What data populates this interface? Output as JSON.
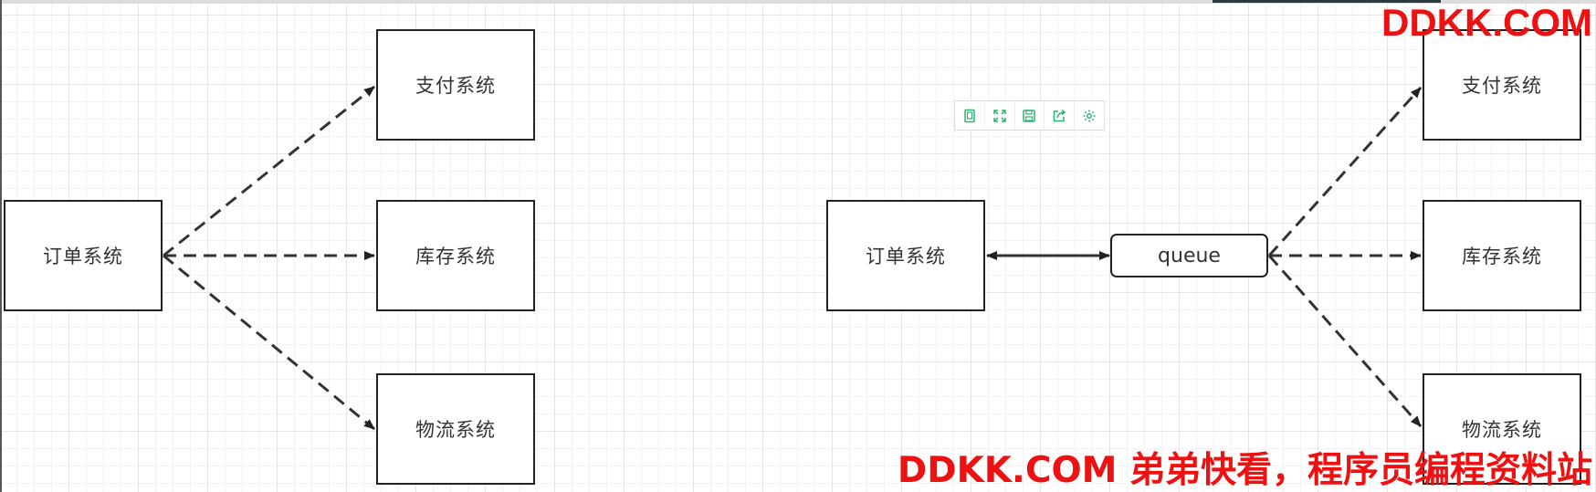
{
  "diagram": {
    "left_system": {
      "order": "订单系统",
      "payment": "支付系统",
      "inventory": "库存系统",
      "logistics": "物流系统"
    },
    "right_system": {
      "order": "订单系统",
      "queue": "queue",
      "payment": "支付系统",
      "inventory": "库存系统",
      "logistics": "物流系统"
    }
  },
  "toolbar": {
    "icons": [
      "page-icon",
      "fullscreen-icon",
      "save-icon",
      "share-icon",
      "settings-icon"
    ],
    "accent_color": "#2db36e"
  },
  "watermark": {
    "top": "DDKK.COM",
    "bottom": "DDKK.COM 弟弟快看，程序员编程资料站",
    "color": "#ee1111"
  }
}
